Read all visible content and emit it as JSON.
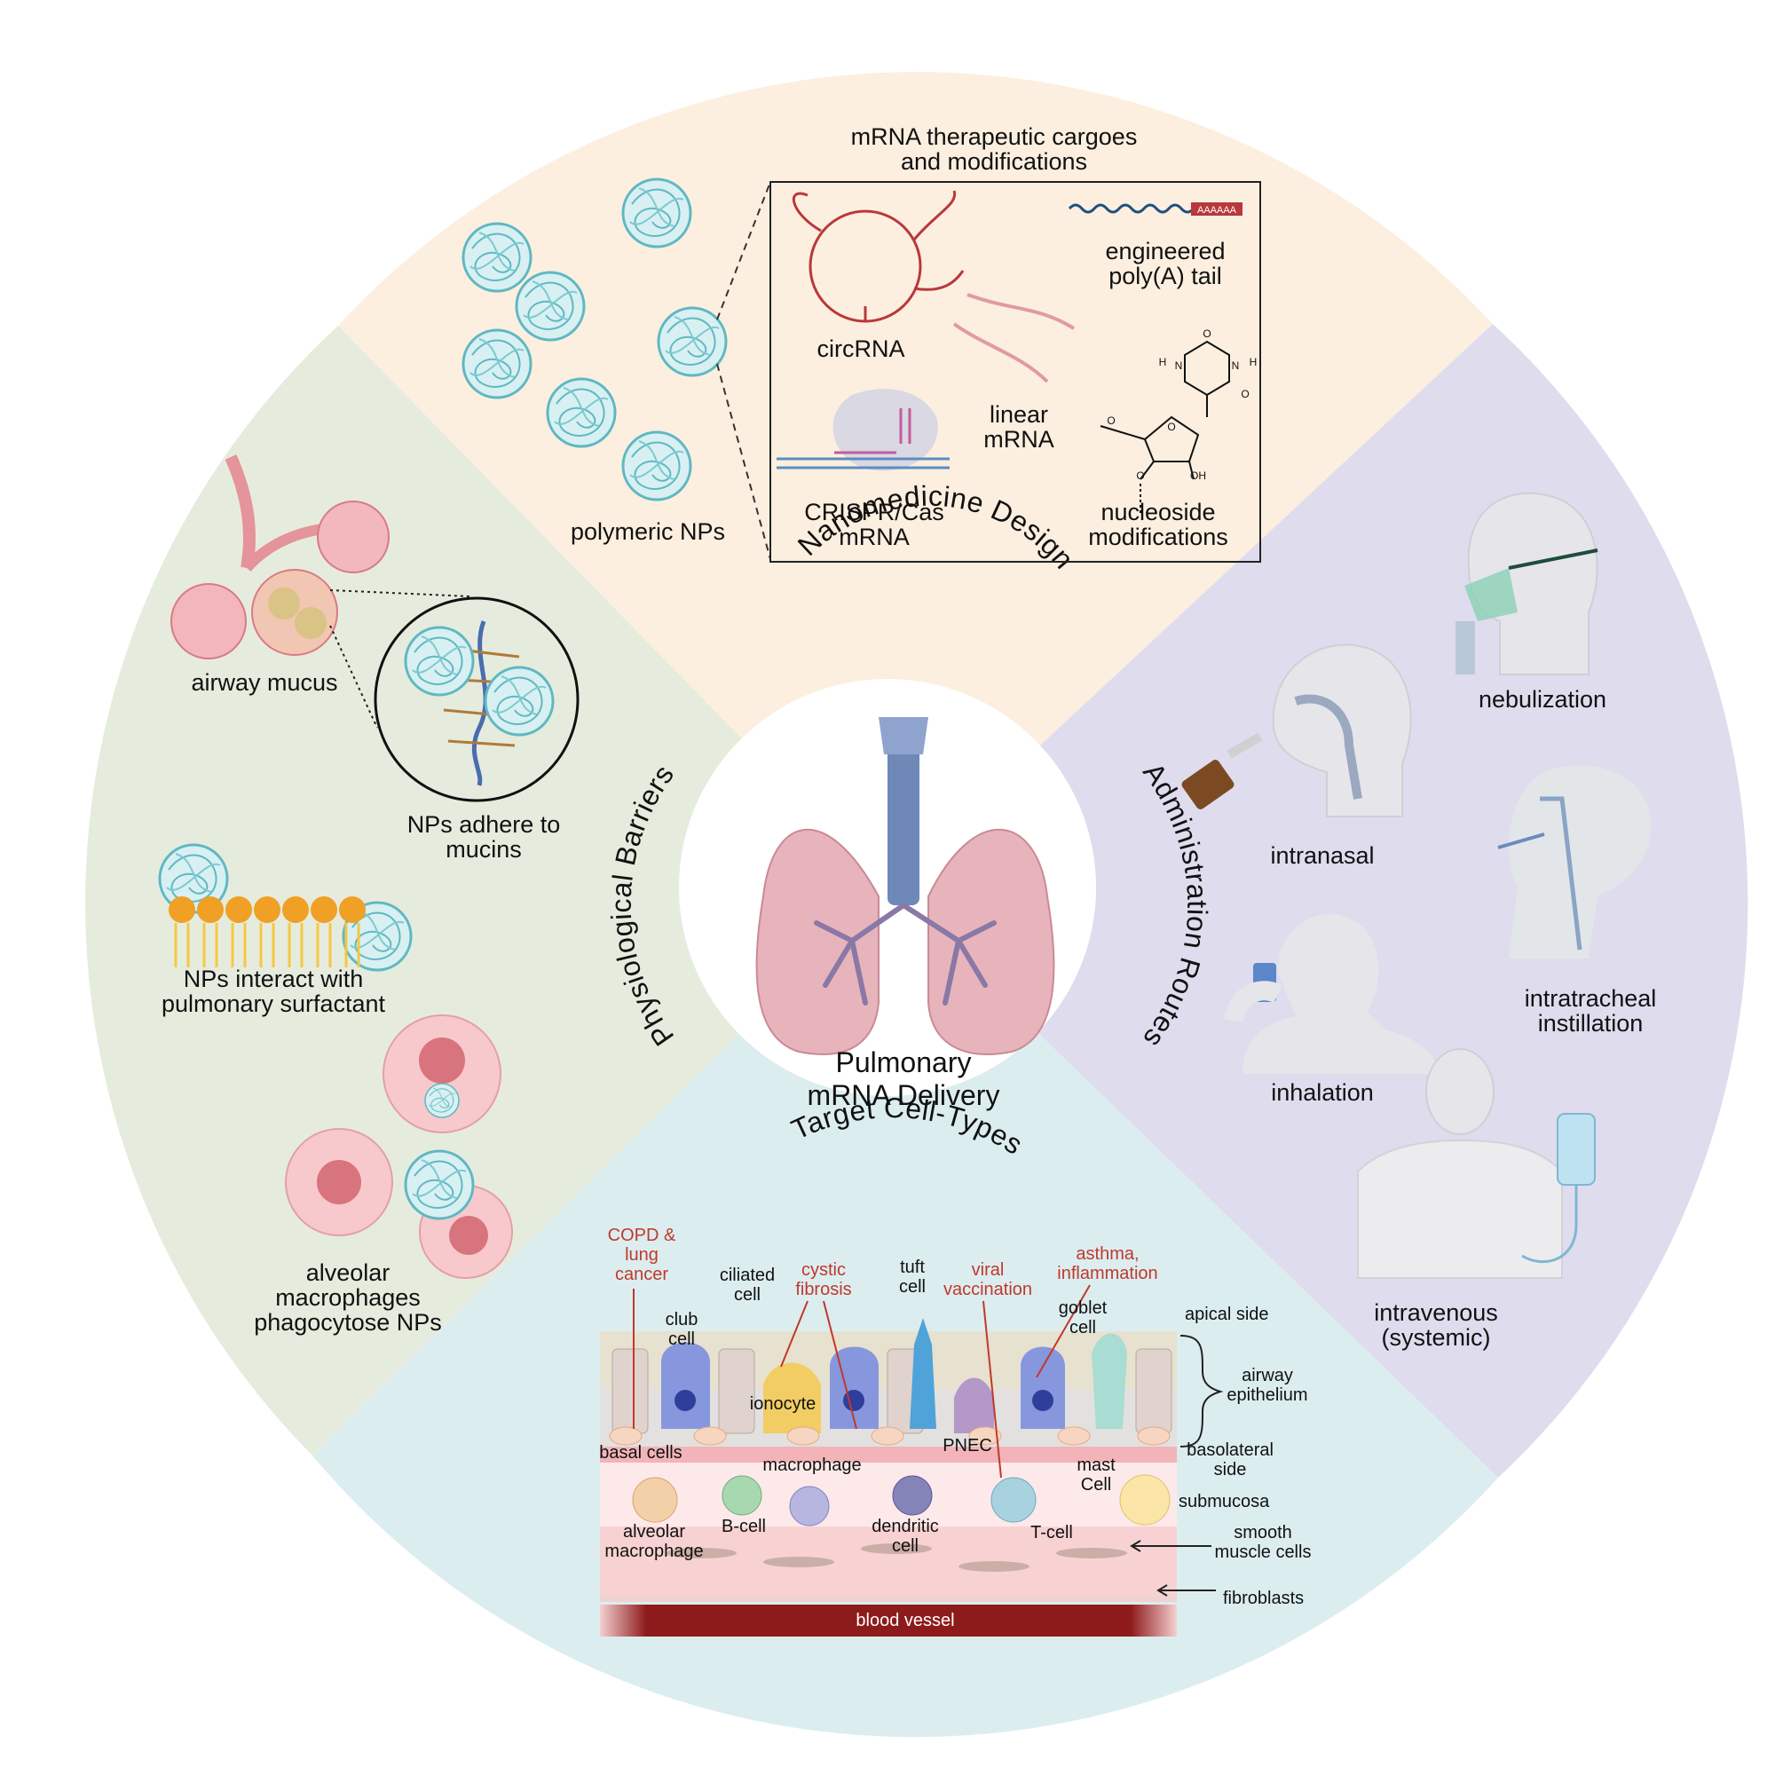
{
  "center": {
    "title_line1": "Pulmonary",
    "title_line2": "mRNA Delivery"
  },
  "sectors": {
    "top": "Nanomedicine Design",
    "right": "Administration Routes",
    "bottom": "Target Cell-Types",
    "left": "Physiological Barriers"
  },
  "nanomedicine": {
    "cargo_header_line1": "mRNA therapeutic cargoes",
    "cargo_header_line2": "and modifications",
    "polymeric": "polymeric NPs",
    "circrna": "circRNA",
    "polya_line1": "engineered",
    "polya_line2": "poly(A) tail",
    "polya_tag": "AAAAAA",
    "linear_line1": "linear",
    "linear_line2": "mRNA",
    "crispr_line1": "CRISPR/Cas",
    "crispr_line2": "mRNA",
    "nucleoside_line1": "nucleoside",
    "nucleoside_line2": "modifications",
    "chem_o": "O",
    "chem_n": "N",
    "chem_h": "H",
    "chem_oh": "OH"
  },
  "routes": {
    "nebulization": "nebulization",
    "intranasal": "intranasal",
    "intratracheal_line1": "intratracheal",
    "intratracheal_line2": "instillation",
    "inhalation": "inhalation",
    "intravenous_line1": "intravenous",
    "intravenous_line2": "(systemic)"
  },
  "barriers": {
    "airway_mucus": "airway mucus",
    "adhere_line1": "NPs adhere to",
    "adhere_line2": "mucins",
    "surfactant_line1": "NPs interact with",
    "surfactant_line2": "pulmonary surfactant",
    "macro_line1": "alveolar",
    "macro_line2": "macrophages",
    "macro_line3": "phagocytose NPs"
  },
  "cells": {
    "copd_line1": "COPD &",
    "copd_line2": "lung",
    "copd_line3": "cancer",
    "ciliated_line1": "ciliated",
    "ciliated_line2": "cell",
    "cf_line1": "cystic",
    "cf_line2": "fibrosis",
    "tuft_line1": "tuft",
    "tuft_line2": "cell",
    "viral_line1": "viral",
    "viral_line2": "vaccination",
    "asthma_line1": "asthma,",
    "asthma_line2": "inflammation",
    "club_line1": "club",
    "club_line2": "cell",
    "goblet_line1": "goblet",
    "goblet_line2": "cell",
    "apical": "apical side",
    "epith_line1": "airway",
    "epith_line2": "epithelium",
    "ionocyte": "ionocyte",
    "basal": "basal cells",
    "pnec": "PNEC",
    "basolateral_line1": "basolateral",
    "basolateral_line2": "side",
    "macrophage": "macrophage",
    "mast_line1": "mast",
    "mast_line2": "Cell",
    "submucosa": "submucosa",
    "alv_line1": "alveolar",
    "alv_line2": "macrophage",
    "bcell": "B-cell",
    "dendritic_line1": "dendritic",
    "dendritic_line2": "cell",
    "tcell": "T-cell",
    "smooth_line1": "smooth",
    "smooth_line2": "muscle cells",
    "fibroblasts": "fibroblasts",
    "blood_vessel": "blood vessel"
  },
  "colors": {
    "top_sector": "#fcefdf",
    "right_sector": "#dfdcee",
    "bottom_sector": "#dcedf0",
    "left_sector": "#e6ecdd",
    "accent_red": "#c0392b",
    "np_teal": "#5fb8c2"
  }
}
